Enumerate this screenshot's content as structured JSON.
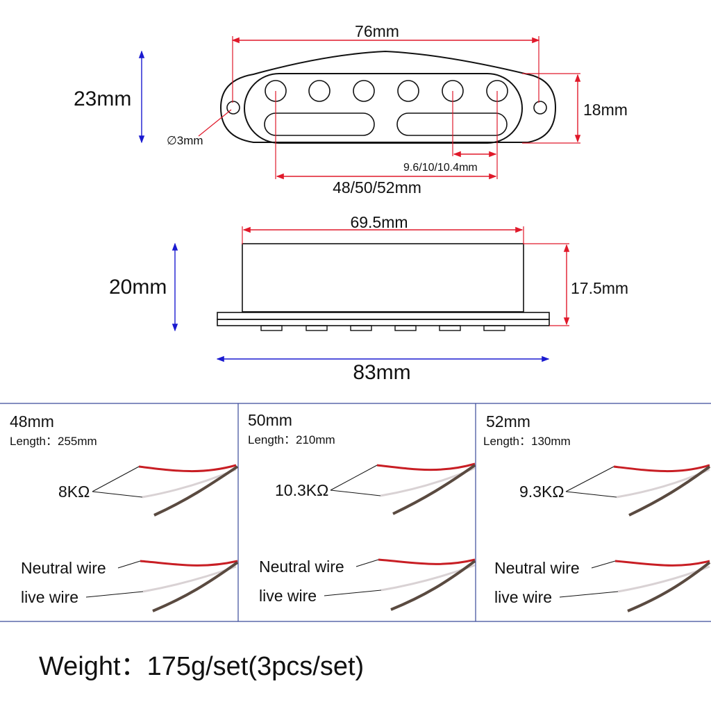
{
  "top_view": {
    "width_label": "76mm",
    "height_label": "23mm",
    "inner_height_label": "18mm",
    "hole_label": "∅3mm",
    "pole_spacing_label": "9.6/10/10.4mm",
    "pole_span_label": "48/50/52mm"
  },
  "side_view": {
    "cover_width_label": "69.5mm",
    "height_label": "20mm",
    "cover_height_label": "17.5mm",
    "base_width_label": "83mm"
  },
  "panels": [
    {
      "title": "48mm",
      "length": "Length：255mm",
      "resistance": "8KΩ",
      "neutral": "Neutral wire",
      "live": "live wire"
    },
    {
      "title": "50mm",
      "length": "Length：210mm",
      "resistance": "10.3KΩ",
      "neutral": "Neutral wire",
      "live": "live wire"
    },
    {
      "title": "52mm",
      "length": "Length：130mm",
      "resistance": "9.3KΩ",
      "neutral": "Neutral wire",
      "live": "live wire"
    }
  ],
  "weight": "Weight：175g/set(3pcs/set)",
  "colors": {
    "dimension_red": "#e0192a",
    "dimension_blue": "#1a1ad0",
    "panel_border": "#3a4a9a",
    "wire_red": "#c81e24",
    "wire_white": "#d9d2d4",
    "wire_ground": "#5a4a40"
  }
}
